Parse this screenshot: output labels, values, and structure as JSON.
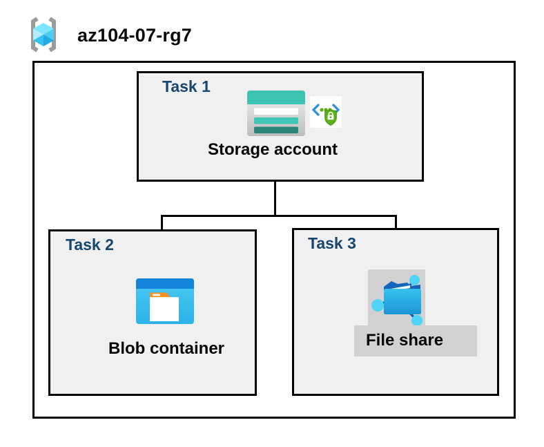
{
  "resource_group": {
    "name": "az104-07-rg7",
    "icon": "resource-group-icon"
  },
  "tasks": [
    {
      "label": "Task 1",
      "item_label": "Storage account",
      "icons": [
        "storage-account-icon",
        "secure-access-icon"
      ]
    },
    {
      "label": "Task 2",
      "item_label": "Blob container",
      "icons": [
        "blob-container-icon"
      ]
    },
    {
      "label": "Task 3",
      "item_label": "File share",
      "icons": [
        "file-share-icon"
      ]
    }
  ],
  "connections": [
    {
      "from": "Storage account",
      "to": "Blob container"
    },
    {
      "from": "Storage account",
      "to": "File share"
    }
  ],
  "colors": {
    "task_label": "#17466e",
    "box_fill": "#f0f0f0",
    "box_border": "#000000",
    "connector": "#000000",
    "storage_teal": "#3cc3b2",
    "storage_teal_dark": "#2a8578",
    "blob_blue_band": "#1484da",
    "blob_cyan": "#45c8f2",
    "folder_tab_orange": "#f79222",
    "shield_green": "#5cb117",
    "bracket_blue": "#2e8fe2",
    "file_share_navy": "#1565bb",
    "node_cyan": "#4fd3f7",
    "gray_backdrop": "#d2d2d2",
    "rg_bracket_gray": "#9b9b9b"
  }
}
